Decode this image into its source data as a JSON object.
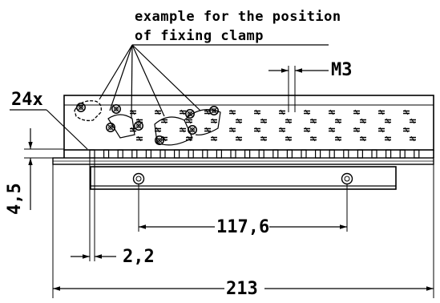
{
  "annotation": {
    "line1": "example for the position",
    "line2": "of fixing clamp"
  },
  "labels": {
    "count": "24x",
    "thread": "M3"
  },
  "dimensions": {
    "height": "4,5",
    "pitch": "2,2",
    "hole_spacing": "117,6",
    "overall_width": "213"
  },
  "colors": {
    "line": "#000000",
    "background": "#ffffff"
  }
}
